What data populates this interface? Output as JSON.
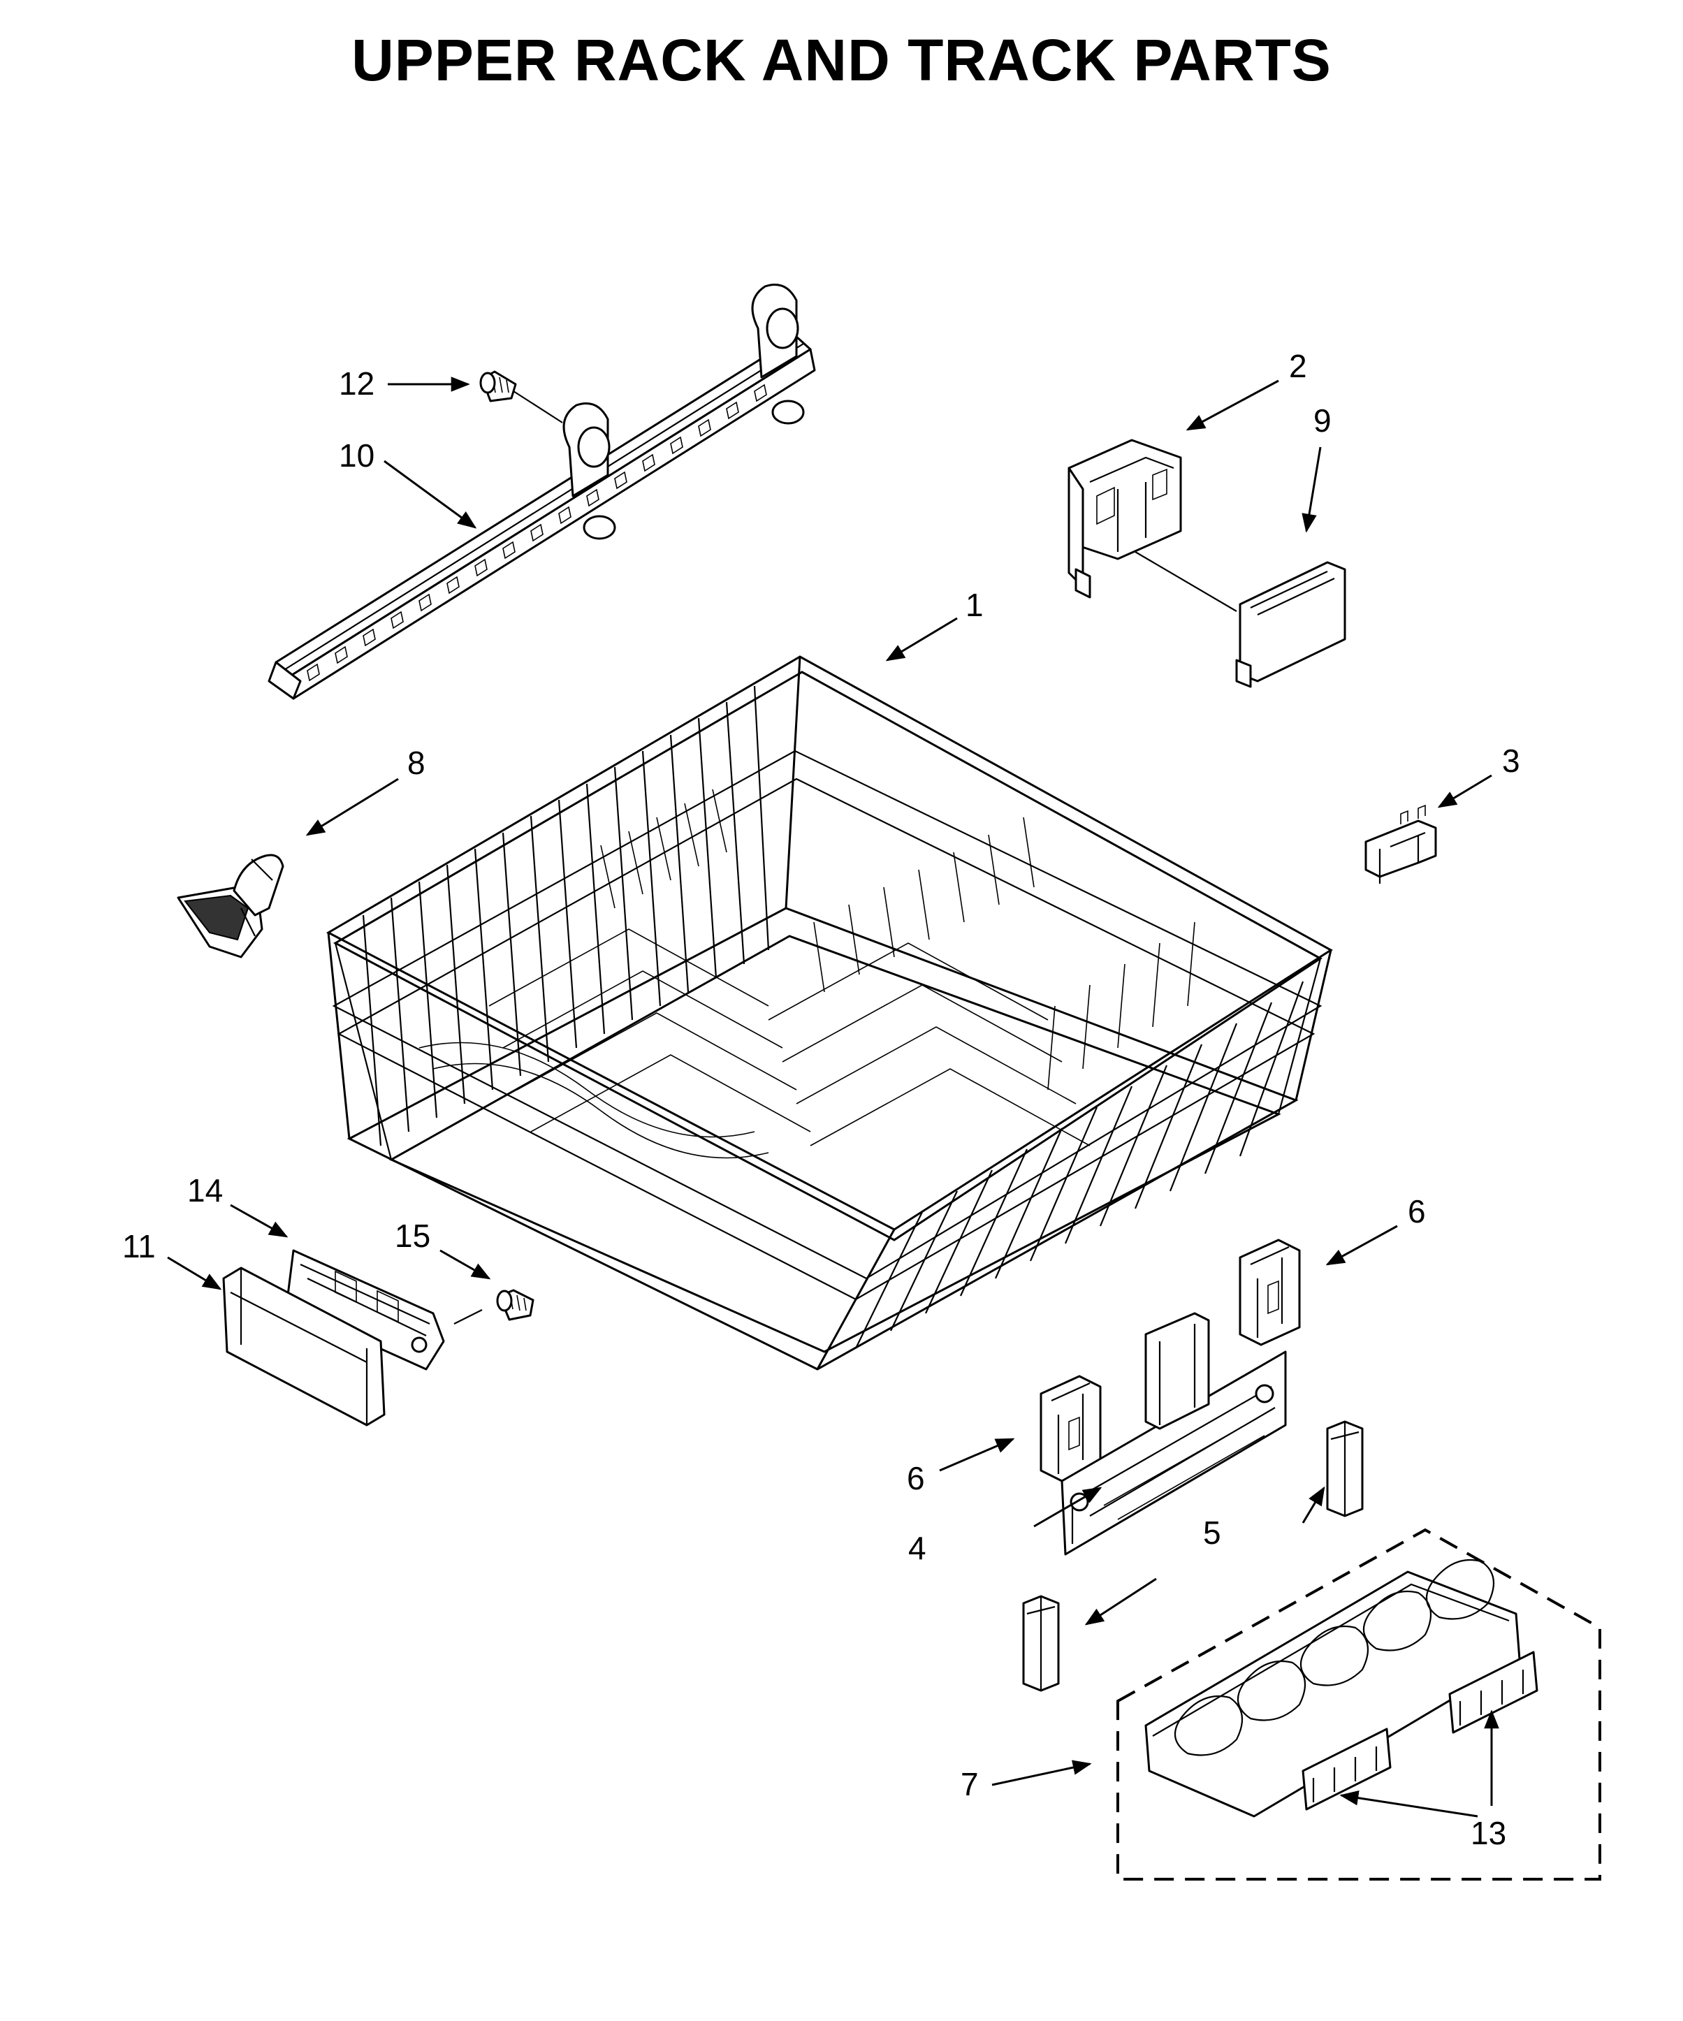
{
  "title": "UPPER RACK AND TRACK PARTS",
  "callouts": {
    "c1": "1",
    "c2": "2",
    "c3": "3",
    "c4": "4",
    "c5": "5",
    "c6a": "6",
    "c6b": "6",
    "c7": "7",
    "c8": "8",
    "c9": "9",
    "c10": "10",
    "c11": "11",
    "c12": "12",
    "c13": "13",
    "c14": "14",
    "c15": "15"
  }
}
